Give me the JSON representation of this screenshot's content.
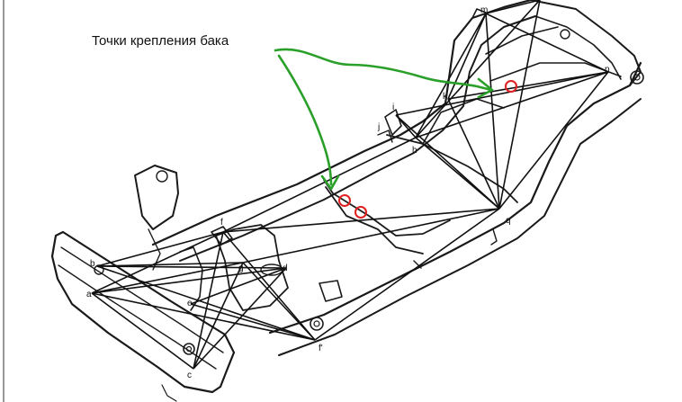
{
  "callout": {
    "text": "Точки крепления бака"
  },
  "point_labels": {
    "a": "a",
    "b": "b",
    "c": "c",
    "d": "d",
    "e": "e",
    "f": "f",
    "f_prime": "f'",
    "g": "g",
    "h": "h",
    "i": "i",
    "j": "j",
    "k": "k",
    "m": "m",
    "p": "p",
    "q": "q"
  },
  "colors": {
    "annotation_arrow": "#2aa02a",
    "mount_marker": "#e0201f",
    "frame_ink": "#1a1a1a"
  },
  "icons": {
    "arrow": "green-arrow-icon",
    "marker": "red-circle-marker-icon"
  }
}
